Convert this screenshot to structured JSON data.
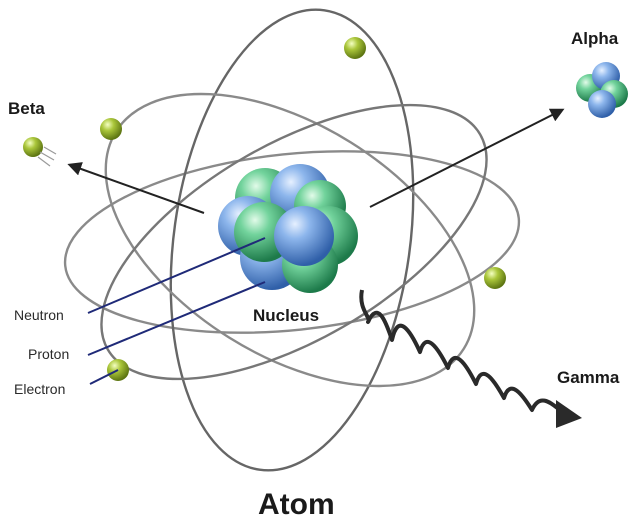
{
  "diagram": {
    "title": "Atom",
    "center_label": "Nucleus",
    "radiation": {
      "alpha": "Alpha",
      "beta": "Beta",
      "gamma": "Gamma"
    },
    "particles": {
      "neutron": "Neutron",
      "proton": "Proton",
      "electron": "Electron"
    }
  },
  "colors": {
    "orbit": "#8a8a8a",
    "pointer_line": "#1f2a78",
    "arrow": "#222222",
    "neutron": "#3fae72",
    "proton": "#5a8fd6",
    "electron": "#9ab52a"
  }
}
